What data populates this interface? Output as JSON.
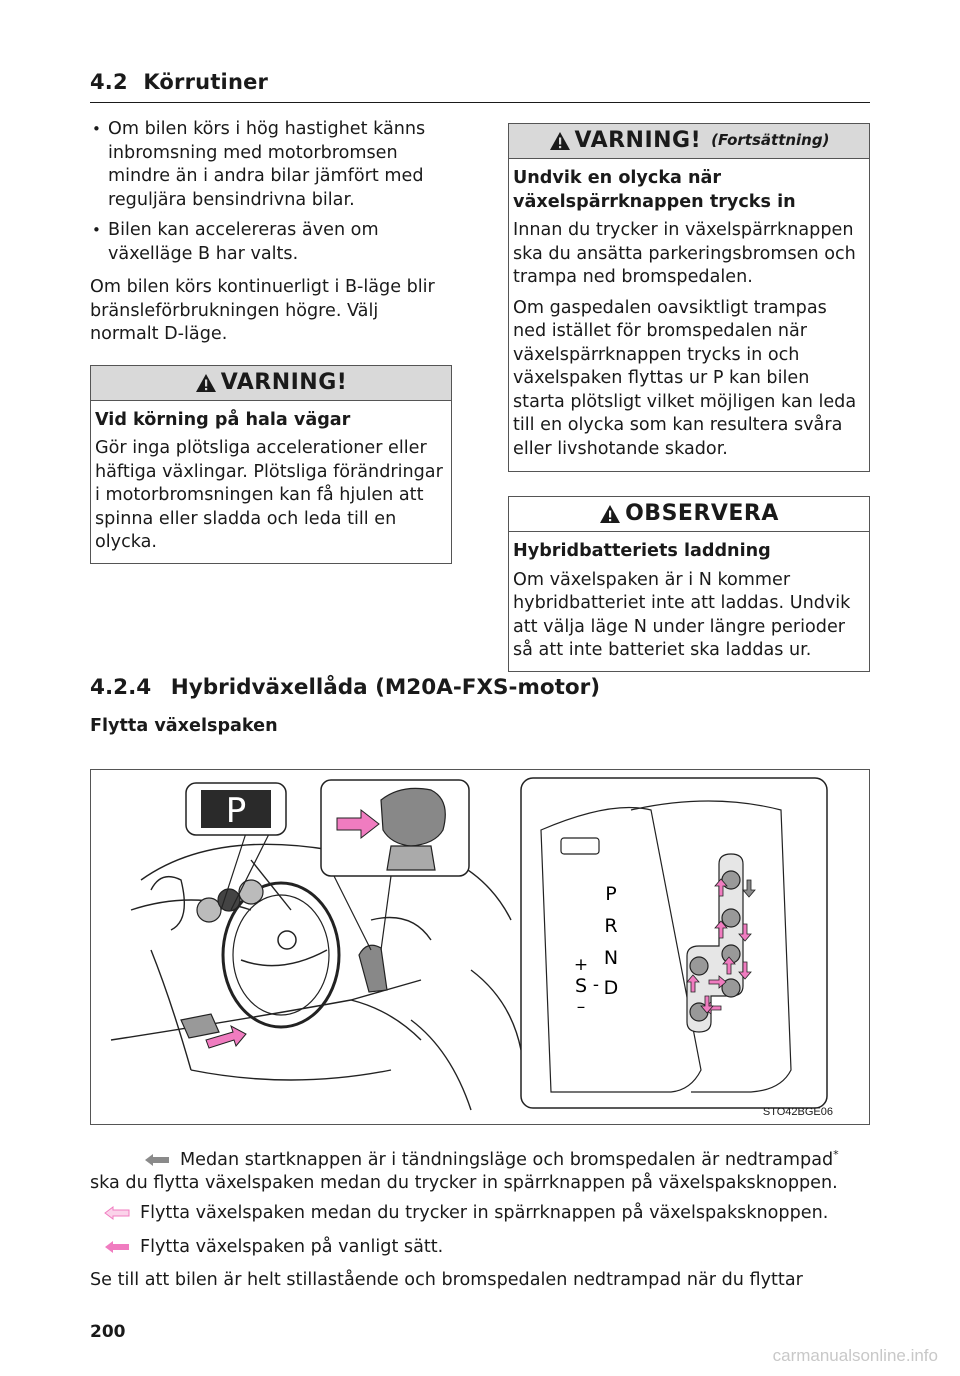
{
  "section": {
    "number": "4.2",
    "title": "Körrutiner"
  },
  "left_col": {
    "bullets": [
      "Om bilen körs i hög hastighet känns inbromsning med motorbromsen mindre än i andra bilar jämfört med reguljära bensindrivna bilar.",
      "Bilen kan accelereras även om växelläge B har valts."
    ],
    "paragraph": "Om bilen körs kontinuerligt i B-läge blir bränsleförbrukningen högre. Välj normalt D-läge.",
    "warning": {
      "label": "VARNING!",
      "subheading": "Vid körning på hala vägar",
      "text": "Gör inga plötsliga accelerationer eller häftiga växlingar. Plötsliga förändringar i motorbromsningen kan få hjulen att spinna eller sladda och leda till en olycka."
    }
  },
  "right_col": {
    "warning": {
      "label": "VARNING!",
      "continuation": "(Fortsättning)",
      "subheading": "Undvik en olycka när växelspärrknappen trycks in",
      "paragraphs": [
        "Innan du trycker in växelspärrknappen ska du ansätta parkeringsbromsen och trampa ned bromspedalen.",
        "Om gaspedalen oavsiktligt trampas ned istället för bromspedalen när växelspärrknappen trycks in och växelspaken flyttas ur P kan bilen starta plötsligt vilket möjligen kan leda till en olycka som kan resultera svåra eller livshotande skador."
      ]
    },
    "notice": {
      "label": "OBSERVERA",
      "subheading": "Hybridbatteriets laddning",
      "text": "Om växelspaken är i N kommer hybridbatteriet inte att laddas. Undvik att välja läge N under längre perioder så att inte batteriet ska laddas ur."
    }
  },
  "heading": {
    "number": "4.2.4",
    "title": "Hybridväxellåda (M20A-FXS-motor)"
  },
  "subheading": "Flytta växelspaken",
  "figure": {
    "code": "STO42BGE06",
    "p_label": "P",
    "gear_labels": [
      "P",
      "R",
      "N",
      "D"
    ],
    "s_labels": {
      "plus": "+",
      "s": "S",
      "dash": "-",
      "minus": "–"
    }
  },
  "legend": {
    "item1_text": "Medan startknappen är i tändningsläge och bromspedalen är nedtrampad",
    "item1_star": "*",
    "item1_text2": "ska du flytta växelspaken medan du trycker in spärrknappen på växelspaksknoppen.",
    "item2_text": "Flytta växelspaken medan du trycker in spärrknappen på växelspaksknoppen.",
    "item3_text": "Flytta växelspaken på vanligt sätt."
  },
  "closing_text": "Se till att bilen är helt stillastående och bromspedalen nedtrampad när du flyttar",
  "page_number": "200",
  "watermark": "carmanualsonline.info",
  "colors": {
    "warn_header": "#d9d9d9",
    "pink_arrow": "#f07cc0",
    "gray_arrow": "#8a8a8a"
  }
}
